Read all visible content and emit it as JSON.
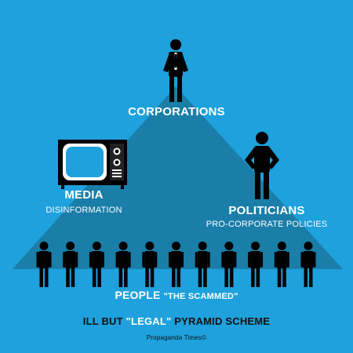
{
  "labels": {
    "corporations": "CORPORATIONS",
    "media": "MEDIA",
    "media_sub": "DISINFORMATION",
    "politicians": "POLITICIANS",
    "politicians_sub": "PRO-CORPORATE POLICIES",
    "people": "PEOPLE",
    "people_sub": "\"THE SCAMMED\""
  },
  "title": {
    "part1": "ILL BUT ",
    "part2": "\"LEGAL\"",
    "part3": " PYRAMID SCHEME"
  },
  "credit": "Propaganda Times©",
  "colors": {
    "background": "#1ea1dc",
    "pyramid": "#1a7ea8",
    "figure": "#000000",
    "text": "#ffffff"
  },
  "people_count": 11
}
